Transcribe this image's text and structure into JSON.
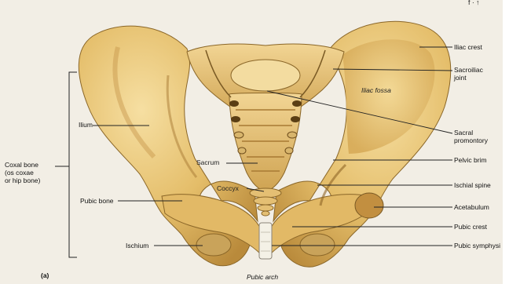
{
  "figure": {
    "panel_letter": "(a)",
    "corner_mark": "ḟ ∙ ↑",
    "colors": {
      "background": "#f2eee5",
      "bone_light": "#f0d28f",
      "bone_mid": "#e0b763",
      "bone_dark": "#b88a3a",
      "bone_shadow": "#7a5a24",
      "cartilage": "#f4f1e6",
      "leader_line": "#222222"
    }
  },
  "labels": {
    "left": {
      "coxal_bone": [
        "Coxal bone",
        "(os coxae",
        "or hip bone)"
      ],
      "ilium": "Ilium",
      "pubic_bone": "Pubic bone",
      "ischium": "Ischium"
    },
    "center": {
      "sacrum": "Sacrum",
      "coccyx": "Coccyx",
      "pubic_arch": "Pubic arch",
      "iliac_fossa": "Iliac fossa"
    },
    "right": {
      "iliac_crest": "Iliac crest",
      "sacroiliac_joint": [
        "Sacroiliac",
        "joint"
      ],
      "sacral_promontory": [
        "Sacral",
        "promontory"
      ],
      "pelvic_brim": "Pelvic brim",
      "ischial_spine": "Ischial spine",
      "acetabulum": "Acetabulum",
      "pubic_crest": "Pubic crest",
      "pubic_symphysis": "Pubic symphysi"
    }
  }
}
